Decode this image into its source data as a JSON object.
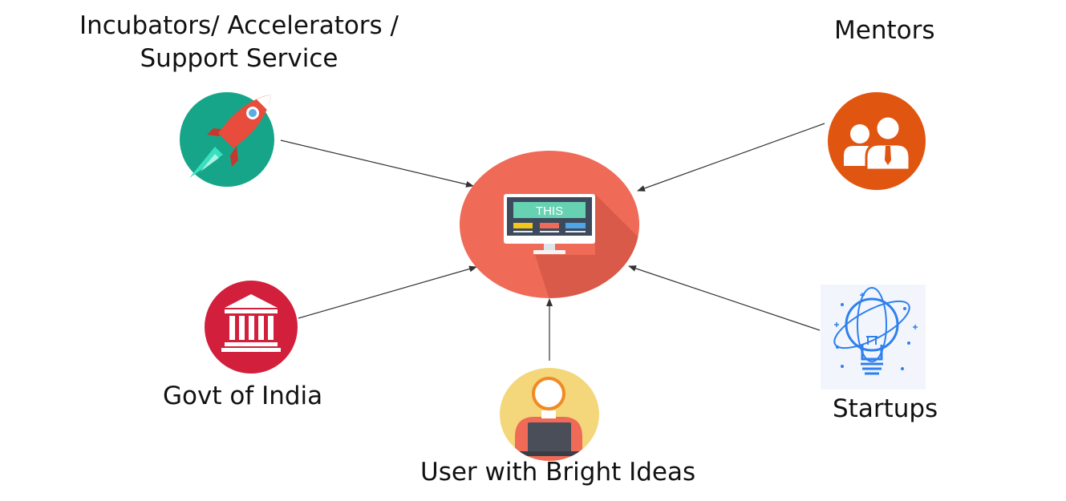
{
  "center": {
    "screen_text": "THIS",
    "screen_icon": "computer-monitor-icon"
  },
  "nodes": {
    "incubators": {
      "label": "Incubators/ Accelerators / Support Service",
      "icon": "rocket-icon",
      "color": "#17a589"
    },
    "mentors": {
      "label": "Mentors",
      "icon": "people-icon",
      "color": "#e0550f"
    },
    "govt": {
      "label": "Govt of India",
      "icon": "government-building-icon",
      "color": "#d21f3c"
    },
    "user": {
      "label": "User with Bright Ideas",
      "icon": "user-laptop-icon",
      "color": "#f3d77a"
    },
    "startups": {
      "label": "Startups",
      "icon": "lightbulb-atom-icon",
      "color": "#2f80ed"
    }
  },
  "colors": {
    "center_circle": "#ef6b57",
    "center_shadow": "#d95a48",
    "arrow": "#333333"
  }
}
